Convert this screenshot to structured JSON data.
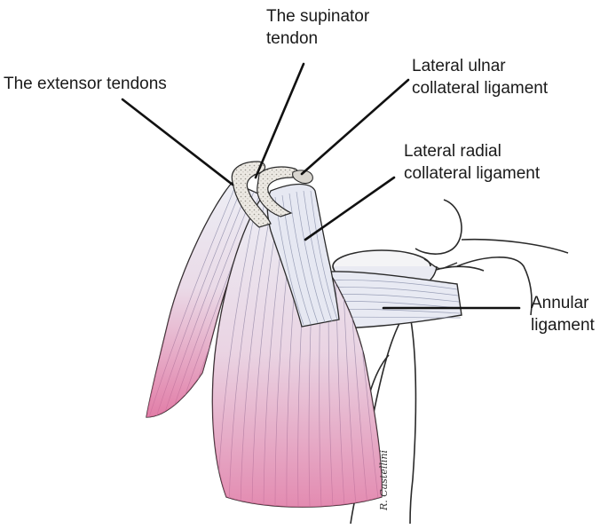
{
  "labels": {
    "extensor": "The extensor tendons",
    "supinator_line1": "The supinator",
    "supinator_line2": "tendon",
    "lucl_line1": "Lateral ulnar",
    "lucl_line2": "collateral ligament",
    "lrcl_line1": "Lateral radial",
    "lrcl_line2": "collateral ligament",
    "annular_line1": "Annular",
    "annular_line2": "ligament"
  },
  "signature": "R. Castellini",
  "colors": {
    "ligament_fill": "#eceef5",
    "fiber_stroke": "#9aa0b8",
    "muscle_pink": "#e06a9a",
    "outline": "#2a2a2a",
    "leader_line": "#111111",
    "tendon_cut": "#d9d6d0"
  }
}
